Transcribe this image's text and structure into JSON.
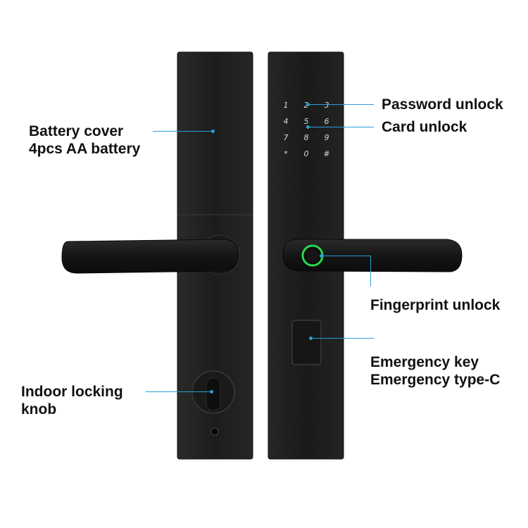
{
  "labels": {
    "battery_cover": "Battery cover",
    "battery_type": "4pcs AA battery",
    "password_unlock": "Password unlock",
    "card_unlock": "Card unlock",
    "fingerprint_unlock": "Fingerprint unlock",
    "emergency_key": "Emergency key",
    "emergency_typec": "Emergency type-C",
    "indoor_knob_1": "Indoor locking",
    "indoor_knob_2": "knob"
  },
  "keypad": {
    "keys": [
      "1",
      "2",
      "3",
      "4",
      "5",
      "6",
      "7",
      "8",
      "9",
      "*",
      "0",
      "#"
    ]
  },
  "colors": {
    "lock_body": "#1f1f1f",
    "handle": "#141414",
    "leader_line": "#2a9fd6",
    "fingerprint_ring": "#27d84a"
  }
}
